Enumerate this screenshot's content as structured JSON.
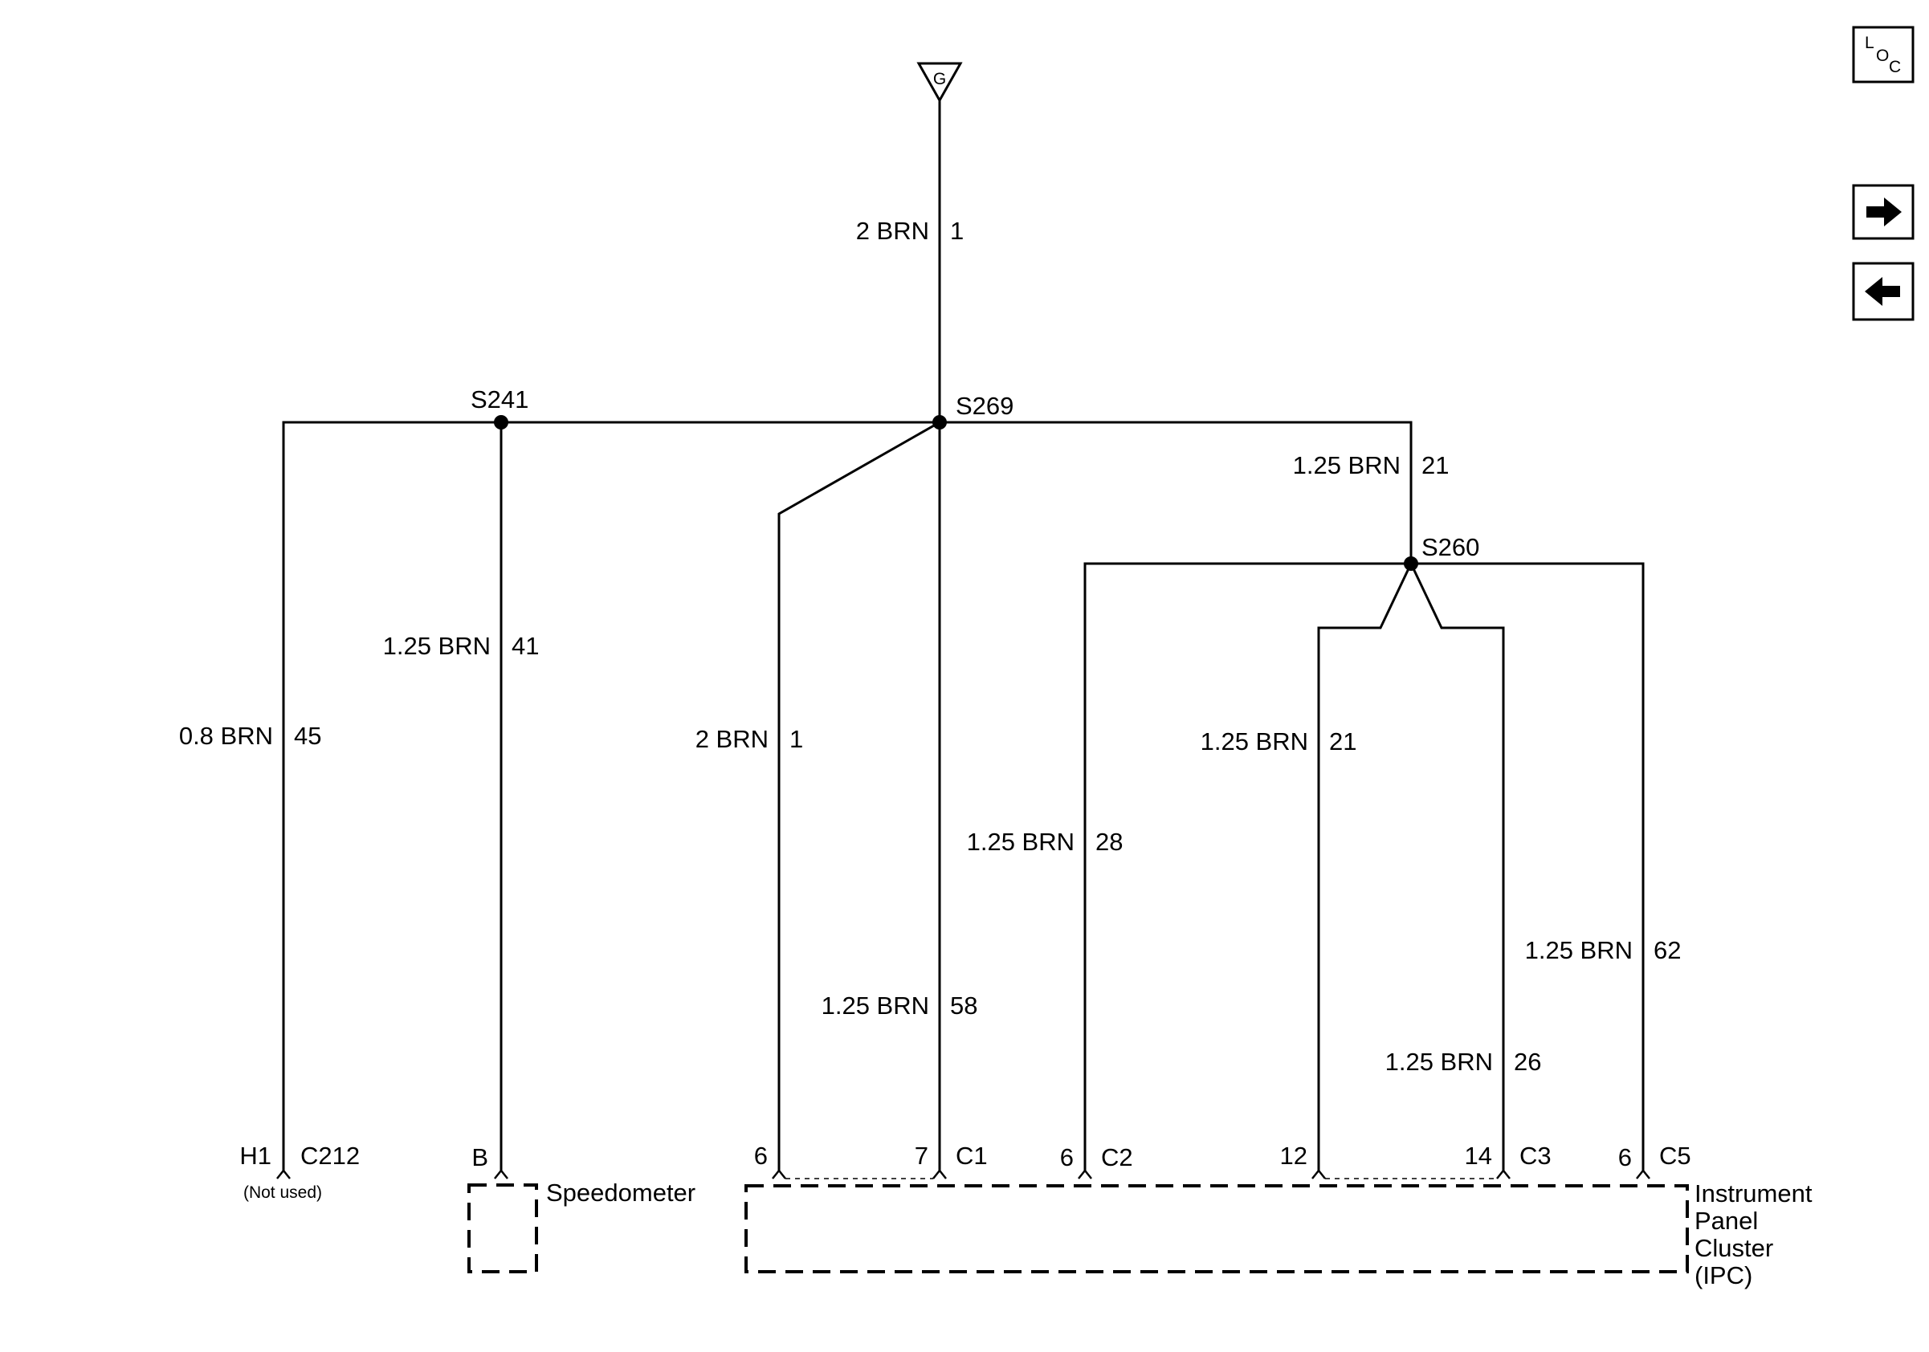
{
  "ground": {
    "label": "G"
  },
  "icons": {
    "loc": {
      "l": "L",
      "o": "O",
      "c": "C"
    },
    "forward": "arrow-right-icon",
    "back": "arrow-left-icon"
  },
  "splices": {
    "s241": "S241",
    "s269": "S269",
    "s260": "S260"
  },
  "wires": {
    "main": {
      "size": "2 BRN",
      "circuit": "1"
    },
    "c212": {
      "size": "0.8 BRN",
      "circuit": "45"
    },
    "speedo": {
      "size": "1.25 BRN",
      "circuit": "41"
    },
    "ipc_c1_6": {
      "size": "2 BRN",
      "circuit": "1"
    },
    "ipc_c1_7": {
      "size": "1.25 BRN",
      "circuit": "58"
    },
    "to_s260": {
      "size": "1.25 BRN",
      "circuit": "21"
    },
    "ipc_c2_6": {
      "size": "1.25 BRN",
      "circuit": "28"
    },
    "ipc_c3_12": {
      "size": "1.25 BRN",
      "circuit": "21"
    },
    "ipc_c3_14": {
      "size": "1.25 BRN",
      "circuit": "26"
    },
    "ipc_c5_6": {
      "size": "1.25 BRN",
      "circuit": "62"
    }
  },
  "connectors": {
    "c212": {
      "pin": "H1",
      "name": "C212",
      "note": "(Not used)"
    },
    "speedo": {
      "pin": "B"
    },
    "c1": {
      "pin_a": "6",
      "pin_b": "7",
      "name": "C1"
    },
    "c2": {
      "pin": "6",
      "name": "C2"
    },
    "c3": {
      "pin_a": "12",
      "pin_b": "14",
      "name": "C3"
    },
    "c5": {
      "pin": "6",
      "name": "C5"
    }
  },
  "components": {
    "speedometer": "Speedometer",
    "ipc": {
      "line1": "Instrument",
      "line2": "Panel",
      "line3": "Cluster",
      "line4": "(IPC)"
    }
  }
}
